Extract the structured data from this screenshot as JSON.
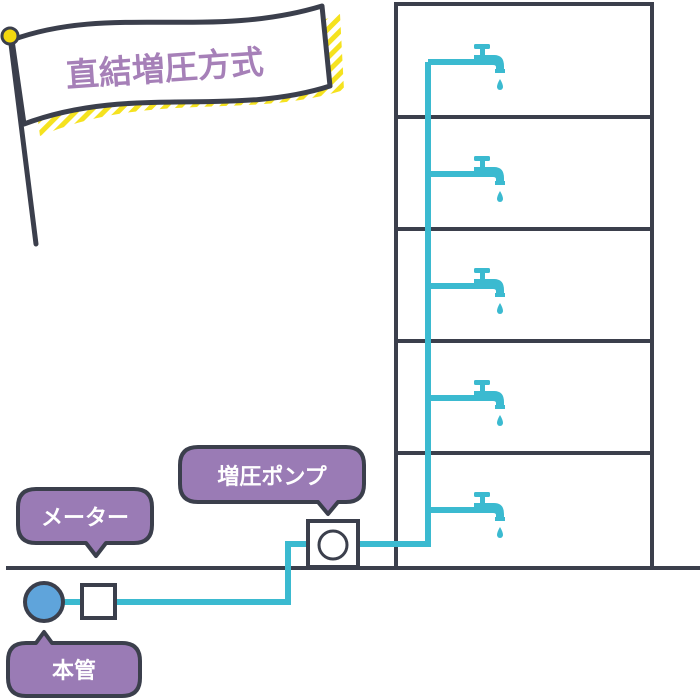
{
  "flag": {
    "title": "直結増圧方式"
  },
  "labels": {
    "pump": "増圧ポンプ",
    "meter": "メーター",
    "main_pipe": "本管"
  },
  "building": {
    "floors": 5
  },
  "colors": {
    "pipe": "#3bbad0",
    "outline": "#3b3f4c",
    "bubble": "#9a7bb5",
    "flag_text": "#a680b8",
    "flag_stripe": "#f5e21f",
    "main_pipe_fill": "#5fa4db",
    "flag_ball": "#f3d80f"
  }
}
